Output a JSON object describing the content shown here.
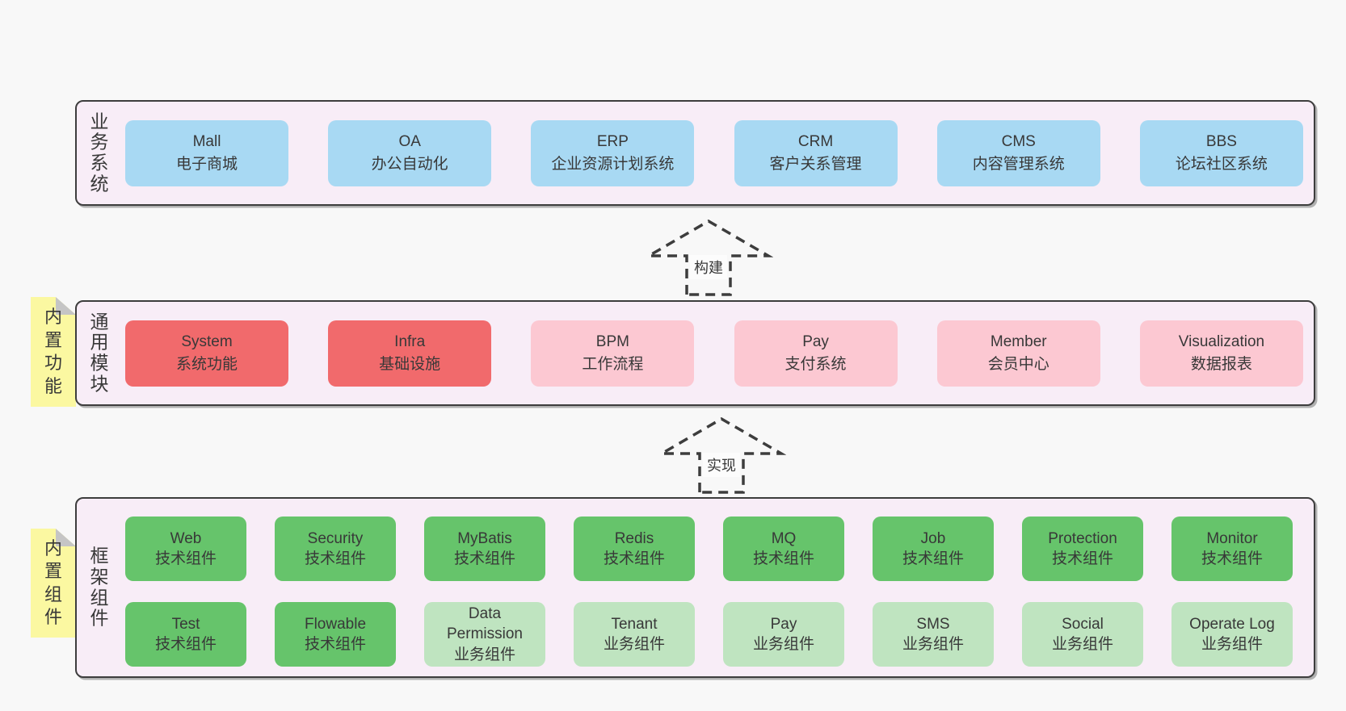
{
  "diagram": {
    "bands": [
      {
        "label": "业务系统",
        "boxes": [
          {
            "name": "Mall",
            "desc": "电子商城"
          },
          {
            "name": "OA",
            "desc": "办公自动化"
          },
          {
            "name": "ERP",
            "desc": "企业资源计划系统"
          },
          {
            "name": "CRM",
            "desc": "客户关系管理"
          },
          {
            "name": "CMS",
            "desc": "内容管理系统"
          },
          {
            "name": "BBS",
            "desc": "论坛社区系统"
          }
        ]
      },
      {
        "label": "通用模块",
        "side_note": "内置功能",
        "boxes": [
          {
            "name": "System",
            "desc": "系统功能"
          },
          {
            "name": "Infra",
            "desc": "基础设施"
          },
          {
            "name": "BPM",
            "desc": "工作流程"
          },
          {
            "name": "Pay",
            "desc": "支付系统"
          },
          {
            "name": "Member",
            "desc": "会员中心"
          },
          {
            "name": "Visualization",
            "desc": "数据报表"
          }
        ]
      },
      {
        "label": "框架组件",
        "side_note": "内置组件",
        "rows": [
          [
            {
              "name": "Web",
              "desc": "技术组件"
            },
            {
              "name": "Security",
              "desc": "技术组件"
            },
            {
              "name": "MyBatis",
              "desc": "技术组件"
            },
            {
              "name": "Redis",
              "desc": "技术组件"
            },
            {
              "name": "MQ",
              "desc": "技术组件"
            },
            {
              "name": "Job",
              "desc": "技术组件"
            },
            {
              "name": "Protection",
              "desc": "技术组件"
            },
            {
              "name": "Monitor",
              "desc": "技术组件"
            }
          ],
          [
            {
              "name": "Test",
              "desc": "技术组件"
            },
            {
              "name": "Flowable",
              "desc": "技术组件"
            },
            {
              "name": "Data Permission",
              "desc": "业务组件"
            },
            {
              "name": "Tenant",
              "desc": "业务组件"
            },
            {
              "name": "Pay",
              "desc": "业务组件"
            },
            {
              "name": "SMS",
              "desc": "业务组件"
            },
            {
              "name": "Social",
              "desc": "业务组件"
            },
            {
              "name": "Operate Log",
              "desc": "业务组件"
            }
          ]
        ]
      }
    ],
    "arrows": [
      {
        "label": "构建"
      },
      {
        "label": "实现"
      }
    ],
    "colors": {
      "page_bg": "#f8f8f8",
      "band_bg": "#f8edf7",
      "band_border": "#3d3d3d",
      "business_box": "#a8d9f3",
      "core_module_box": "#f16a6c",
      "optional_module_box": "#fcc8d2",
      "tech_component_box": "#66c46b",
      "biz_component_box": "#bfe4c0",
      "sticky_note": "#fbf8a1"
    }
  }
}
